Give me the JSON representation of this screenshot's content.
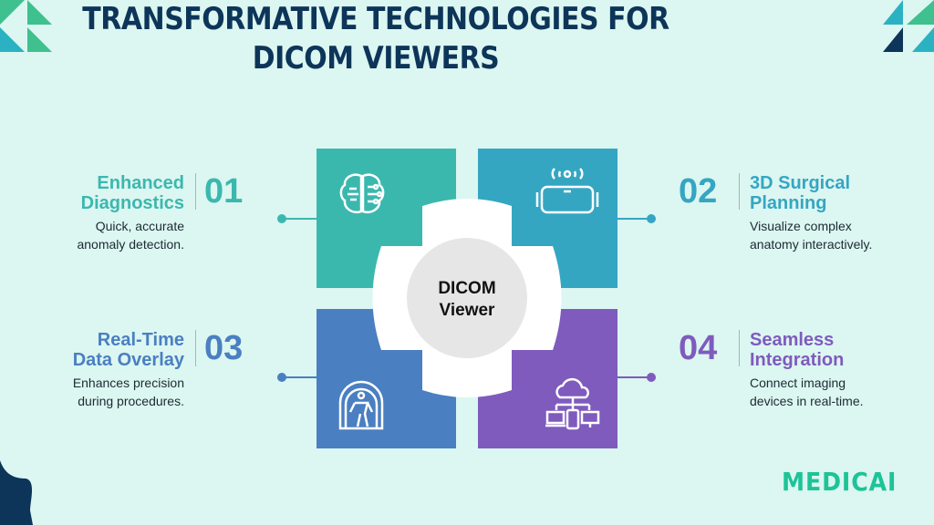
{
  "title": "TRANSFORMATIVE TECHNOLOGIES FOR DICOM VIEWERS",
  "center": {
    "line1": "DICOM",
    "line2": "Viewer"
  },
  "features": [
    {
      "number": "01",
      "title1": "Enhanced",
      "title2": "Diagnostics",
      "desc1": "Quick, accurate",
      "desc2": "anomaly detection.",
      "color": "#3bb8ae",
      "icon": "brain-circuit-icon"
    },
    {
      "number": "02",
      "title1": "3D Surgical",
      "title2": "Planning",
      "desc1": "Visualize complex",
      "desc2": "anatomy interactively.",
      "color": "#35a6c2",
      "icon": "vr-headset-icon"
    },
    {
      "number": "03",
      "title1": "Real-Time",
      "title2": "Data Overlay",
      "desc1": "Enhances precision",
      "desc2": "during procedures.",
      "color": "#4a7fc1",
      "icon": "mri-scanner-icon"
    },
    {
      "number": "04",
      "title1": "Seamless",
      "title2": "Integration",
      "desc1": "Connect imaging",
      "desc2": "devices in real-time.",
      "color": "#7f5bbd",
      "icon": "cloud-devices-icon"
    }
  ],
  "brand": "MEDICAI"
}
